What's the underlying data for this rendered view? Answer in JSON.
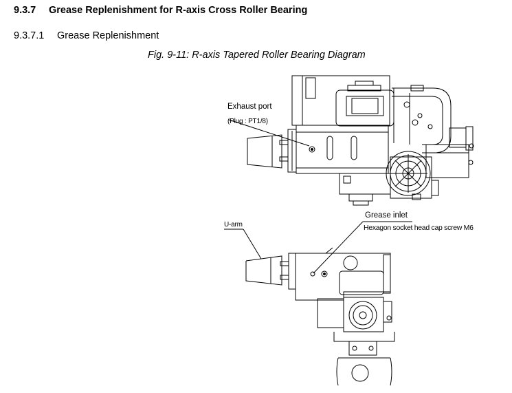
{
  "section": {
    "number": "9.3.7",
    "title": "Grease Replenishment for R-axis Cross Roller Bearing"
  },
  "subsection": {
    "number": "9.3.7.1",
    "title": "Grease Replenishment"
  },
  "figure": {
    "caption": "Fig. 9-11: R-axis Tapered Roller Bearing Diagram"
  },
  "labels": {
    "exhaust_port": "Exhaust port",
    "plug": "(Plug : PT1/8)",
    "u_arm": "U-arm",
    "grease_inlet": "Grease inlet",
    "hex_screw": "Hexagon socket head cap screw M6"
  }
}
